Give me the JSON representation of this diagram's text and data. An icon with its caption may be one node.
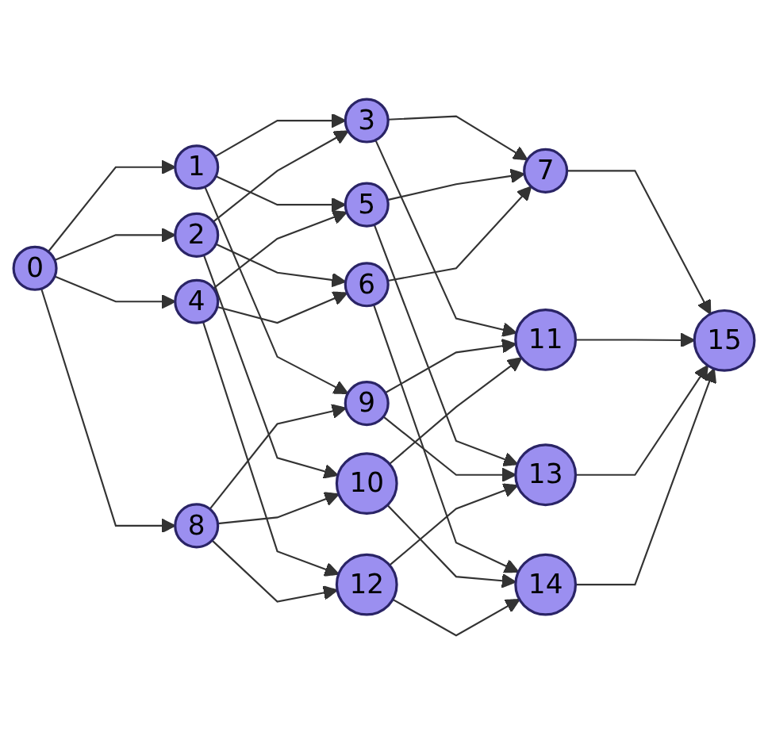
{
  "diagram": {
    "nodes": [
      {
        "text": [
          "0"
        ]
      },
      {
        "text": [
          "1"
        ]
      },
      {
        "text": [
          "2"
        ]
      },
      {
        "text": [
          "3"
        ]
      },
      {
        "text": [
          "4"
        ]
      },
      {
        "text": [
          "5"
        ]
      },
      {
        "text": [
          "6"
        ]
      },
      {
        "text": [
          "7"
        ]
      },
      {
        "text": [
          "8"
        ]
      },
      {
        "text": [
          "9"
        ]
      },
      {
        "text": [
          "10"
        ]
      },
      {
        "text": [
          "11"
        ]
      },
      {
        "text": [
          "12"
        ]
      },
      {
        "text": [
          "13"
        ]
      },
      {
        "text": [
          "14"
        ]
      },
      {
        "text": [
          "15"
        ]
      }
    ],
    "edges": [
      {
        "from": 0,
        "to": 1,
        "arrow": "to"
      },
      {
        "from": 0,
        "to": 2,
        "arrow": "to"
      },
      {
        "from": 0,
        "to": 4,
        "arrow": "to"
      },
      {
        "from": 0,
        "to": 8,
        "arrow": "to"
      },
      {
        "from": 1,
        "to": 3,
        "arrow": "to"
      },
      {
        "from": 1,
        "to": 5,
        "arrow": "to"
      },
      {
        "from": 1,
        "to": 9,
        "arrow": "to"
      },
      {
        "from": 2,
        "to": 3,
        "arrow": "to"
      },
      {
        "from": 2,
        "to": 6,
        "arrow": "to"
      },
      {
        "from": 2,
        "to": 10,
        "arrow": "to"
      },
      {
        "from": 4,
        "to": 5,
        "arrow": "to"
      },
      {
        "from": 4,
        "to": 6,
        "arrow": "to"
      },
      {
        "from": 4,
        "to": 12,
        "arrow": "to"
      },
      {
        "from": 8,
        "to": 9,
        "arrow": "to"
      },
      {
        "from": 8,
        "to": 10,
        "arrow": "to"
      },
      {
        "from": 8,
        "to": 12,
        "arrow": "to"
      },
      {
        "from": 3,
        "to": 7,
        "arrow": "to"
      },
      {
        "from": 3,
        "to": 11,
        "arrow": "to"
      },
      {
        "from": 5,
        "to": 7,
        "arrow": "to"
      },
      {
        "from": 5,
        "to": 13,
        "arrow": "to"
      },
      {
        "from": 6,
        "to": 7,
        "arrow": "to"
      },
      {
        "from": 6,
        "to": 14,
        "arrow": "to"
      },
      {
        "from": 9,
        "to": 11,
        "arrow": "to"
      },
      {
        "from": 9,
        "to": 13,
        "arrow": "to"
      },
      {
        "from": 10,
        "to": 11,
        "arrow": "to"
      },
      {
        "from": 10,
        "to": 14,
        "arrow": "to"
      },
      {
        "from": 12,
        "to": 13,
        "arrow": "to"
      },
      {
        "from": 12,
        "to": 14,
        "arrow": "to"
      },
      {
        "from": 7,
        "to": 15,
        "arrow": "to"
      },
      {
        "from": 11,
        "to": 15,
        "arrow": "to"
      },
      {
        "from": 13,
        "to": 15,
        "arrow": "to"
      },
      {
        "from": 14,
        "to": 15,
        "arrow": "to"
      }
    ]
  }
}
